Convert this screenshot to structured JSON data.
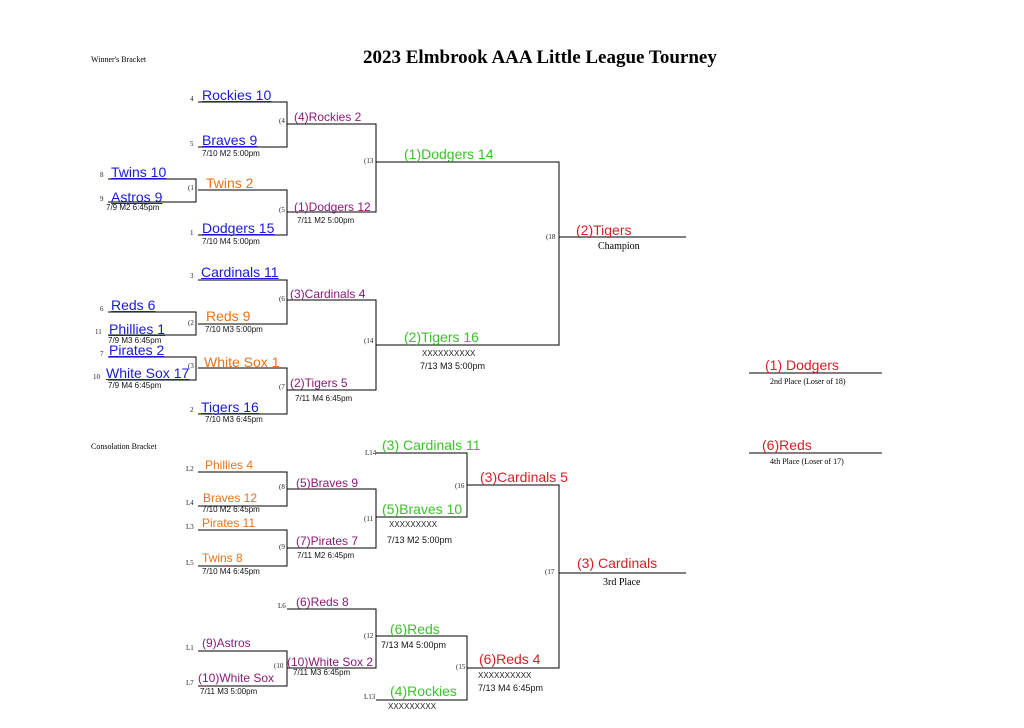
{
  "title": "2023 Elmbrook AAA Little League Tourney",
  "winners_label": "Winner's Bracket",
  "consolation_label": "Consolation Bracket",
  "w": {
    "rockies10": "Rockies 10",
    "braves9": "Braves 9",
    "g4_info": "7/10 M2 5:00pm",
    "twins10": "Twins 10",
    "astros9": "Astros 9",
    "g1_info": "7/9 M2 6:45pm",
    "twins2": "Twins 2",
    "dodgers15": "Dodgers 15",
    "g2_info": "7/10 M4 5:00pm",
    "rockies2": "(4)Rockies 2",
    "dodgers12": "(1)Dodgers 12",
    "g5_info": "7/11 M2 5:00pm",
    "dodgers14": "(1)Dodgers 14",
    "cardinals11": "Cardinals 11",
    "reds6": "Reds 6",
    "phillies1": "Phillies 1",
    "g3_info": "7/9 M3 6:45pm",
    "reds9": "Reds 9",
    "g6_info": "7/10 M3 5:00pm",
    "pirates2": "Pirates 2",
    "whitesox17": "White Sox 17",
    "g7a_info": "7/9 M4 6:45pm",
    "whitesox1": "White Sox 1",
    "tigers16": "Tigers 16",
    "g8_info": "7/10 M3 6:45pm",
    "cardinals4": "(3)Cardinals 4",
    "tigers5": "(2)Tigers 5",
    "g9_info": "7/11 M4 6:45pm",
    "tigers16b": "(2)Tigers 16",
    "strike1": "XXXXXXXXXX",
    "g14_info": "7/13 M3 5:00pm",
    "champion_team": "(2)Tigers",
    "champion_label": "Champion",
    "second_team": "(1) Dodgers",
    "second_label": "2nd Place (Loser of 18)",
    "fourth_team": "(6)Reds",
    "fourth_label": "4th Place (Loser of 17)"
  },
  "c": {
    "phillies4": "Phillies 4",
    "braves12": "Braves 12",
    "c8_info": "7/10 M2 6:45pm",
    "braves9": "(5)Braves 9",
    "pirates11": "Pirates 11",
    "twins8": "Twins 8",
    "c9_info": "7/10 M4 6:45pm",
    "pirates7": "(7)Pirates 7",
    "c11_info": "7/11 M2 6:45pm",
    "cardinals11": "(3) Cardinals 11",
    "braves10": "(5)Braves 10",
    "strike2": "XXXXXXXXX",
    "c16_info": "7/13 M2 5:00pm",
    "cardinals5": "(3)Cardinals 5",
    "third_team": "(3) Cardinals",
    "third_label": "3rd Place",
    "reds8": "(6)Reds 8",
    "astros": "(9)Astros",
    "whitesox": "(10)White Sox",
    "c10_info": "7/11 M3 5:00pm",
    "whitesox2": "(10)White Sox 2",
    "c12_info": "7/11 M3 6:45pm",
    "reds": "(6)Reds",
    "c13_info": "7/13 M4 5:00pm",
    "rockies": "(4)Rockies",
    "strike3": "XXXXXXXXX",
    "reds4": "(6)Reds 4",
    "strike4": "XXXXXXXXXX",
    "c15_info": "7/13 M4 6:45pm"
  },
  "seeds": {
    "s4": "4",
    "s5": "5",
    "s8": "8",
    "s9": "9",
    "s1": "1",
    "s3": "3",
    "s6": "6",
    "s11": "11",
    "s7": "7",
    "s10": "10",
    "s2": "2",
    "l2": "L2",
    "l4": "L4",
    "l3": "L3",
    "l5": "L5",
    "l6": "L6",
    "l1": "L1",
    "l7": "L7",
    "l14": "L14",
    "l13": "L13"
  },
  "games": {
    "g4": "(4",
    "g1": "(1",
    "g5": "(5",
    "g13": "(13",
    "g18": "(18",
    "g6": "(6",
    "g2": "(2",
    "g3": "(3",
    "g7": "(7",
    "g14": "(14",
    "g8": "(8",
    "g16": "(16",
    "g11": "(11",
    "g9": "(9",
    "g17": "(17",
    "g12": "(12",
    "g10": "(10",
    "g15": "(15"
  }
}
